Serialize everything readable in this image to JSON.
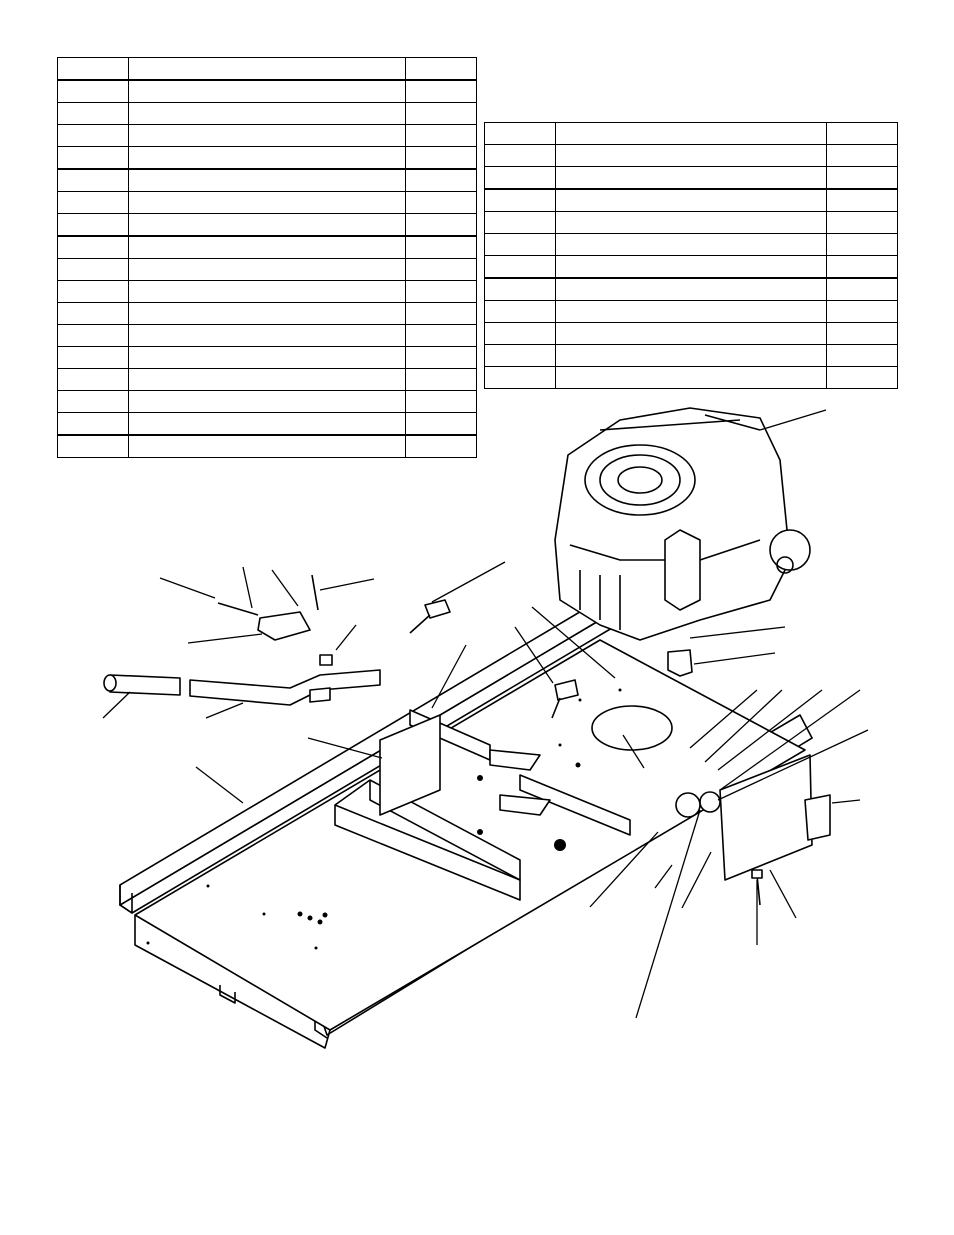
{
  "page": {
    "type": "parts-list-diagram"
  },
  "table_left": {
    "rows": [
      [
        "",
        "",
        ""
      ],
      [
        "",
        "",
        ""
      ],
      [
        "",
        "",
        ""
      ],
      [
        "",
        "",
        ""
      ],
      [
        "",
        "",
        ""
      ],
      [
        "",
        "",
        ""
      ],
      [
        "",
        "",
        ""
      ],
      [
        "",
        "",
        ""
      ],
      [
        "",
        "",
        ""
      ],
      [
        "",
        "",
        ""
      ],
      [
        "",
        "",
        ""
      ],
      [
        "",
        "",
        ""
      ],
      [
        "",
        "",
        ""
      ],
      [
        "",
        "",
        ""
      ],
      [
        "",
        "",
        ""
      ],
      [
        "",
        "",
        ""
      ],
      [
        "",
        "",
        ""
      ],
      [
        "",
        "",
        ""
      ]
    ]
  },
  "table_right": {
    "rows": [
      [
        "",
        "",
        ""
      ],
      [
        "",
        "",
        ""
      ],
      [
        "",
        "",
        ""
      ],
      [
        "",
        "",
        ""
      ],
      [
        "",
        "",
        ""
      ],
      [
        "",
        "",
        ""
      ],
      [
        "",
        "",
        ""
      ],
      [
        "",
        "",
        ""
      ],
      [
        "",
        "",
        ""
      ],
      [
        "",
        "",
        ""
      ],
      [
        "",
        "",
        ""
      ],
      [
        "",
        "",
        ""
      ]
    ]
  },
  "diagram": {
    "subject": "tractor frame with engine exploded view",
    "callout_count": 26
  }
}
